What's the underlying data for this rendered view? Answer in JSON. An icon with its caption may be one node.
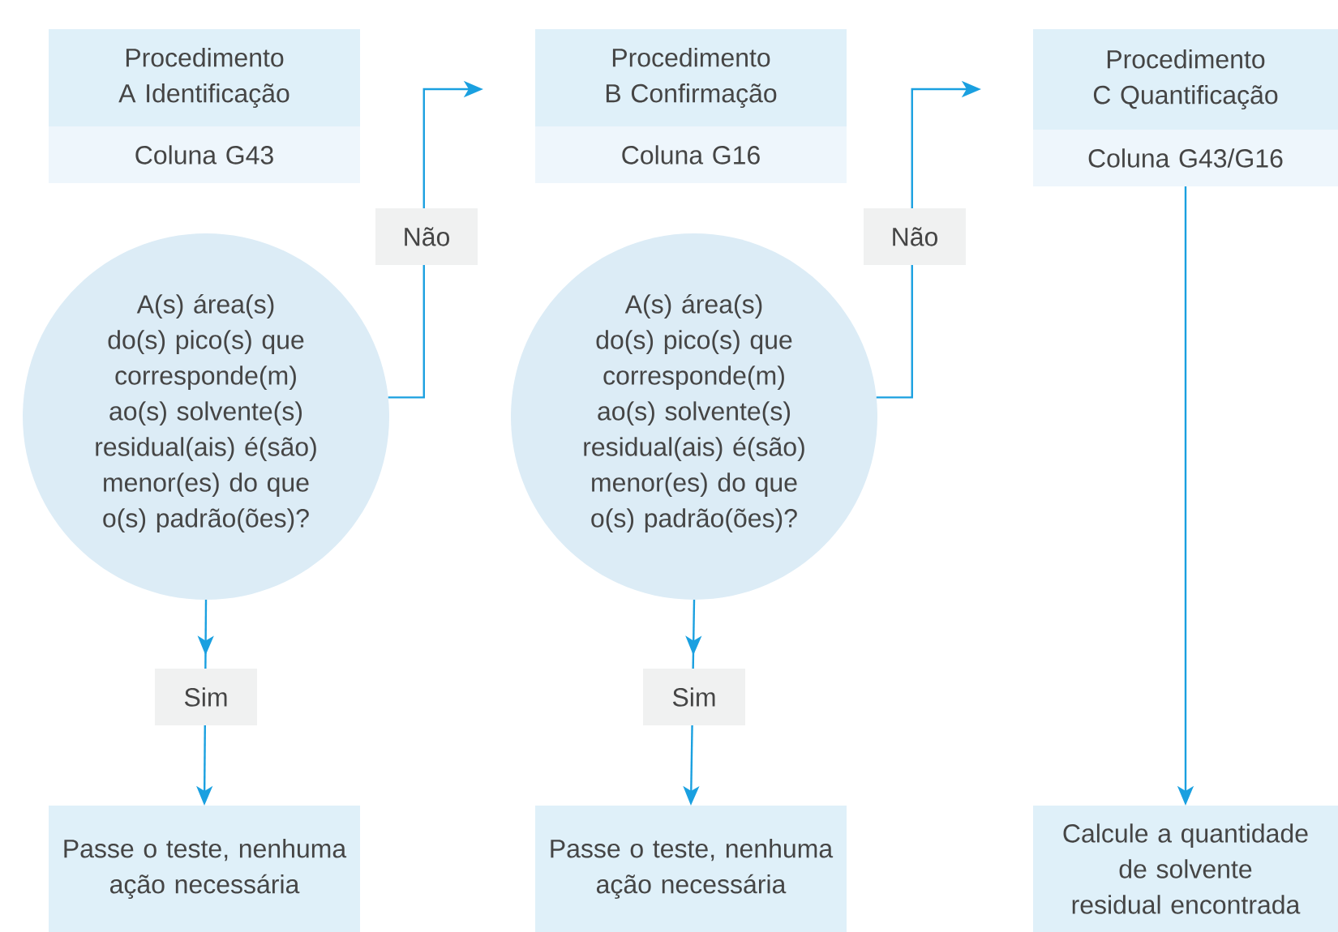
{
  "diagram": {
    "nodes": [
      {
        "text": [
          "Procedimento A Identificação",
          "Coluna G43"
        ]
      },
      {
        "text": [
          "A(s) área(s) do(s) pico(s) que corresponde(m) ao(s) solvente(s) residual(ais) é(são) menor(es) do que o(s) padrão(ões)?"
        ]
      },
      {
        "text": [
          "Passe o teste, nenhuma ação necessária"
        ]
      },
      {
        "text": [
          "Procedimento B Confirmação",
          "Coluna G16"
        ]
      },
      {
        "text": [
          "A(s) área(s) do(s) pico(s) que corresponde(m) ao(s) solvente(s) residual(ais) é(são) menor(es) do que o(s) padrão(ões)?"
        ]
      },
      {
        "text": [
          "Passe o teste, nenhuma ação necessária"
        ]
      },
      {
        "text": [
          "Procedimento C Quantificação",
          "Coluna G43/G16"
        ]
      },
      {
        "text": [
          "Calcule a quantidade de solvente residual encontrada"
        ]
      }
    ],
    "edges": [
      {
        "from": 1,
        "to": 2,
        "arrow": "to",
        "label": "Sim"
      },
      {
        "from": 1,
        "to": 3,
        "arrow": "to",
        "label": "Não"
      },
      {
        "from": 4,
        "to": 5,
        "arrow": "to",
        "label": "Sim"
      },
      {
        "from": 4,
        "to": 6,
        "arrow": "to",
        "label": "Não"
      },
      {
        "from": 6,
        "to": 7,
        "arrow": "to"
      }
    ]
  }
}
